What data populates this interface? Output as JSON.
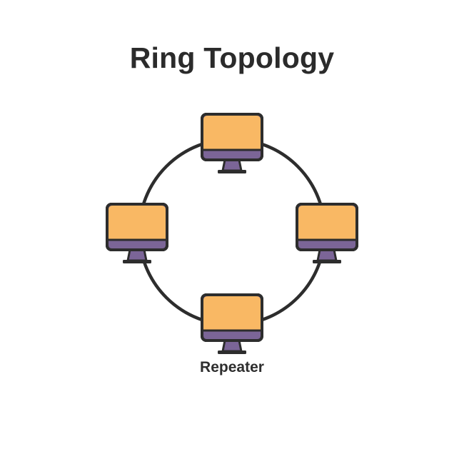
{
  "title": "Ring Topology",
  "colors": {
    "screen": "#f9b864",
    "bezel": "#7b6597",
    "outline": "#2d2d2d",
    "ring": "#2d2d2d",
    "text": "#2b2b2b"
  },
  "nodes": [
    {
      "id": "top",
      "type": "computer",
      "label": ""
    },
    {
      "id": "left",
      "type": "computer",
      "label": ""
    },
    {
      "id": "right",
      "type": "computer",
      "label": ""
    },
    {
      "id": "bottom",
      "type": "computer",
      "label": "Repeater"
    }
  ],
  "edges": [
    {
      "from": "top",
      "to": "right"
    },
    {
      "from": "right",
      "to": "bottom"
    },
    {
      "from": "bottom",
      "to": "left"
    },
    {
      "from": "left",
      "to": "top"
    }
  ],
  "caption": "Repeater"
}
